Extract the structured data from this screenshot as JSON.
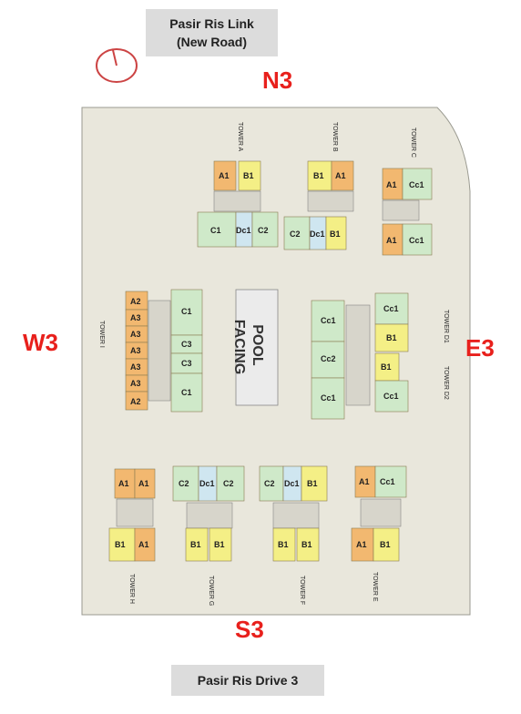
{
  "roads": {
    "top_line1": "Pasir Ris Link",
    "top_line2": "(New Road)",
    "bottom": "Pasir Ris Drive 3"
  },
  "directions": {
    "north": "N3",
    "south": "S3",
    "west": "W3",
    "east": "E3"
  },
  "pool": {
    "line1": "POOL",
    "line2": "FACING"
  },
  "towers": {
    "a": "TOWER A",
    "b": "TOWER B",
    "c": "TOWER C",
    "d1": "TOWER D1",
    "d2": "TOWER D2",
    "e": "TOWER E",
    "f": "TOWER F",
    "g": "TOWER G",
    "h": "TOWER H",
    "i": "TOWER I"
  },
  "units": {
    "a1": "A1",
    "a2": "A2",
    "a3": "A3",
    "b1": "B1",
    "c1": "C1",
    "c2": "C2",
    "c3": "C3",
    "cc1": "Cc1",
    "cc2": "Cc2",
    "dc1": "Dc1"
  },
  "colors": {
    "orange": "#f2b870",
    "yellow": "#f4ef86",
    "green": "#cfe9c9",
    "blue": "#cfe6f0",
    "site": "#e9e7dc",
    "direction_red": "#e8201c",
    "road_gray": "#dcdcdc"
  }
}
